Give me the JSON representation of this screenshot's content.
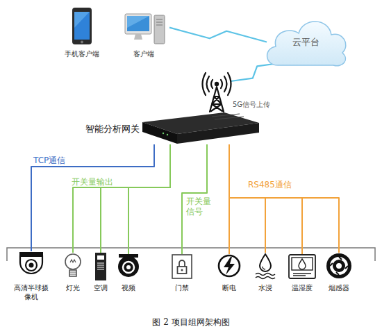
{
  "diagram": {
    "caption": "图 2 项目组网架构图",
    "nodes": [
      {
        "text": [
          "手机客户端"
        ]
      },
      {
        "text": [
          "客户端"
        ]
      },
      {
        "text": [
          "云平台"
        ]
      },
      {
        "text": [
          "5G信号上传"
        ]
      },
      {
        "text": [
          "智能分析网关"
        ]
      },
      {
        "text": [
          "高清半球摄像机"
        ]
      },
      {
        "text": [
          "灯光"
        ]
      },
      {
        "text": [
          "空调"
        ]
      },
      {
        "text": [
          "视频"
        ]
      },
      {
        "text": [
          "门禁"
        ]
      },
      {
        "text": [
          "断电"
        ]
      },
      {
        "text": [
          "水浸"
        ]
      },
      {
        "text": [
          "温湿度"
        ]
      },
      {
        "text": [
          "烟感器"
        ]
      }
    ],
    "edges": [
      {
        "from": 1,
        "to": 2,
        "arrow": "none"
      },
      {
        "from": 3,
        "to": 2,
        "arrow": "none"
      },
      {
        "from": 4,
        "to": 5,
        "label": "TCP通信",
        "arrow": "none"
      },
      {
        "from": 4,
        "to": 6,
        "label": "开关量输出",
        "arrow": "none"
      },
      {
        "from": 4,
        "to": 7,
        "arrow": "none"
      },
      {
        "from": 4,
        "to": 8,
        "arrow": "none"
      },
      {
        "from": 4,
        "to": 9,
        "label": "开关量信号",
        "arrow": "none"
      },
      {
        "from": 4,
        "to": 10,
        "label": "RS485通信",
        "arrow": "none"
      },
      {
        "from": 4,
        "to": 11,
        "arrow": "none"
      },
      {
        "from": 4,
        "to": 12,
        "arrow": "none"
      },
      {
        "from": 4,
        "to": 13,
        "arrow": "none"
      }
    ]
  }
}
